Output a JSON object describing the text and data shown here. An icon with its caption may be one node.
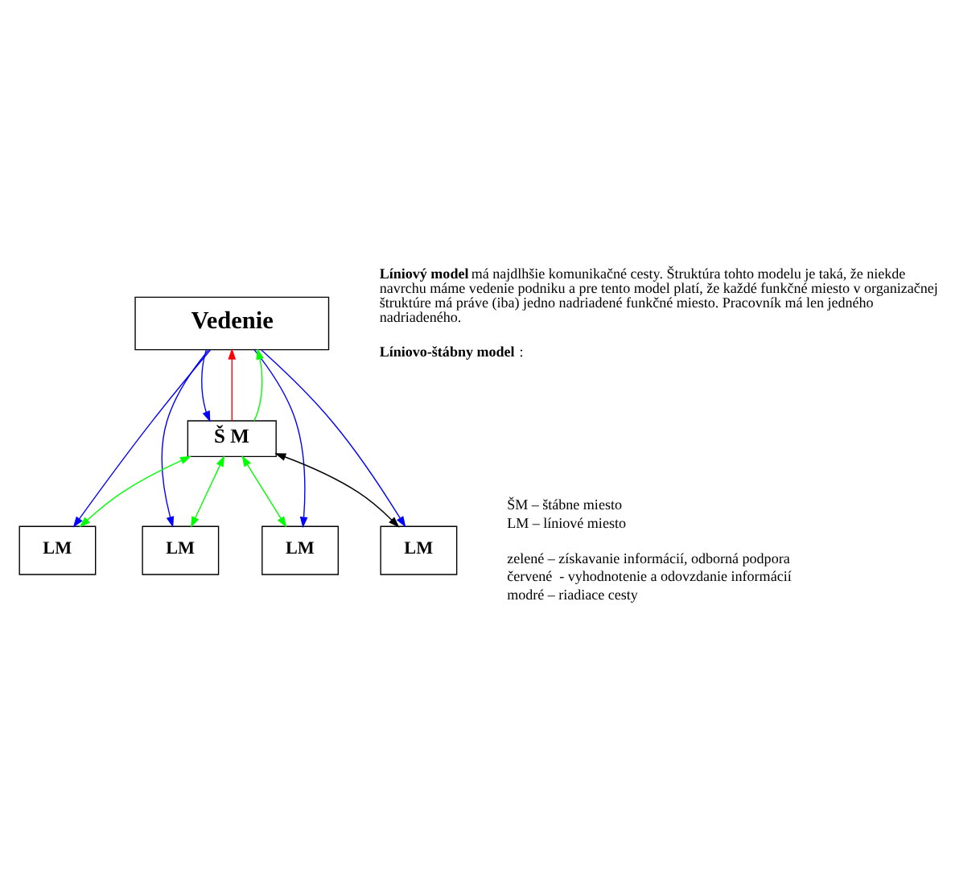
{
  "diagram": {
    "nodes": [
      {
        "text": [
          "Vedenie"
        ]
      },
      {
        "text": [
          "Š M"
        ]
      },
      {
        "text": [
          "LM"
        ]
      },
      {
        "text": [
          "LM"
        ]
      },
      {
        "text": [
          "LM"
        ]
      },
      {
        "text": [
          "LM"
        ]
      }
    ],
    "edges": [
      {
        "from": 0,
        "to": 2,
        "arrow": "to"
      },
      {
        "from": 0,
        "to": 3,
        "arrow": "to"
      },
      {
        "from": 0,
        "to": 4,
        "arrow": "to"
      },
      {
        "from": 0,
        "to": 5,
        "arrow": "to"
      },
      {
        "from": 1,
        "to": 0,
        "arrow": "to",
        "color": "#ff0000"
      },
      {
        "from": 0,
        "to": 1,
        "arrow": "to"
      },
      {
        "from": 1,
        "to": 0,
        "arrow": "to",
        "color": "#00ff00"
      },
      {
        "from": 1,
        "to": 2,
        "arrow": "both",
        "color": "#00ff00"
      },
      {
        "from": 1,
        "to": 3,
        "arrow": "both",
        "color": "#00ff00"
      },
      {
        "from": 1,
        "to": 4,
        "arrow": "both",
        "color": "#00ff00"
      },
      {
        "from": 1,
        "to": 5,
        "arrow": "both",
        "color": "#000000"
      }
    ],
    "labels": [
      "**Líniový model** má najdlhšie komunikačné cesty. Štruktúra tohto modelu je taká, že niekde navrchu máme vedenie podniku a pre tento model platí, že každé funkčné miesto v organizačnej štruktúre má práve (iba) jedno nadriadené funkčné miesto. Pracovník má len jedného nadriadeného.",
      "**Líniovo-štábny model**:",
      "ŠM – štábne miesto",
      "LM – líniové miesto",
      "zelené – získavanie informácií, odborná podpora",
      "červené  - vyhodnotenie a odovzdanie informácií",
      "modré – riadiace cesty"
    ]
  }
}
